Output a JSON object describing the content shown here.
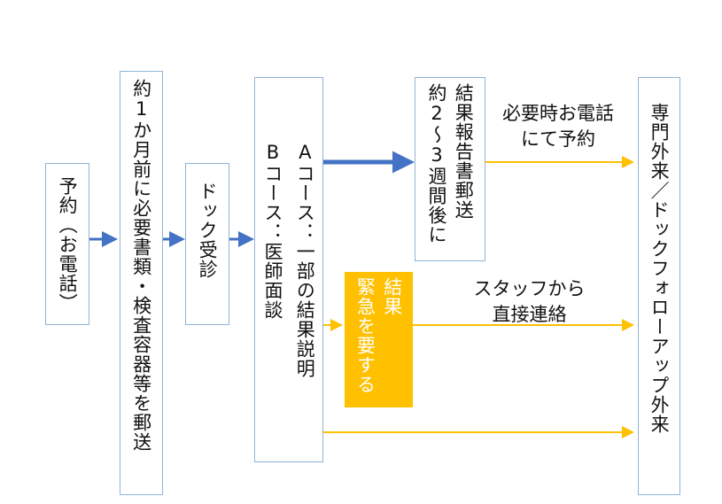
{
  "nodes": {
    "reservation": "予約（お電話）",
    "mail_docs": "約1か月前に必要書類・検査容器等を郵送",
    "checkup": "ドック受診",
    "course_b": "Bコース：医師面談",
    "course_a": "Aコース：一部の結果説明",
    "report_mail": [
      "約2～3週間後に",
      "結果報告書郵送"
    ],
    "urgent": [
      "緊急を要する",
      "結果"
    ],
    "specialist": "専門外来／ドックフォローアップ外来"
  },
  "labels": {
    "phone_reservation": [
      "必要時お電話",
      "にて予約"
    ],
    "staff_contact": [
      "スタッフから",
      "直接連絡"
    ]
  },
  "colors": {
    "blue_arrow": "#4472c4",
    "gold_arrow": "#ffc000",
    "box_border": "#8fb4d6"
  }
}
